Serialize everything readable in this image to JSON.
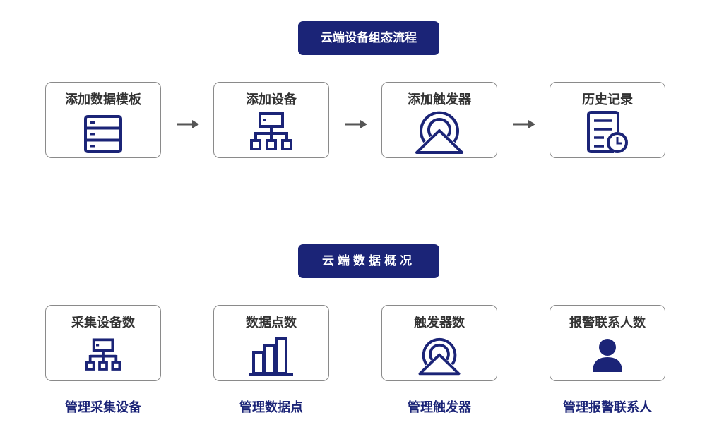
{
  "flow": {
    "title": "云端设备组态流程",
    "steps": [
      {
        "label": "添加数据模板",
        "icon": "server-stack-icon"
      },
      {
        "label": "添加设备",
        "icon": "network-hierarchy-icon"
      },
      {
        "label": "添加触发器",
        "icon": "trigger-signal-icon"
      },
      {
        "label": "历史记录",
        "icon": "document-clock-icon"
      }
    ]
  },
  "overview": {
    "title": "云端数据概况",
    "cards": [
      {
        "label": "采集设备数",
        "caption": "管理采集设备",
        "icon": "network-hierarchy-icon"
      },
      {
        "label": "数据点数",
        "caption": "管理数据点",
        "icon": "bar-chart-icon"
      },
      {
        "label": "触发器数",
        "caption": "管理触发器",
        "icon": "trigger-signal-icon"
      },
      {
        "label": "报警联系人数",
        "caption": "管理报警联系人",
        "icon": "person-icon"
      }
    ]
  },
  "colors": {
    "accent": "#1b2477",
    "arrow": "#555555",
    "border": "#8a8a8a"
  }
}
